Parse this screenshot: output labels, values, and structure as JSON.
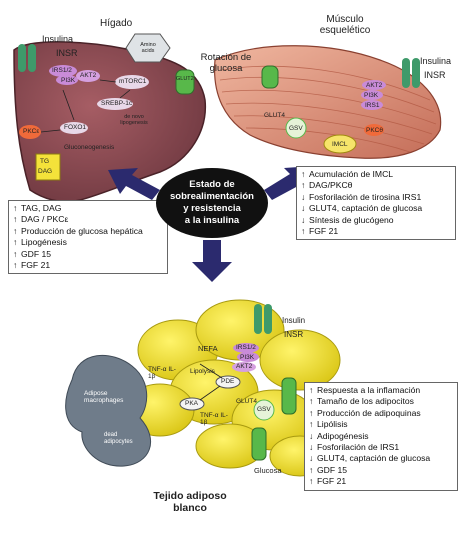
{
  "liver": {
    "title": "Hígado",
    "labels": {
      "insulina": "Insulina",
      "insr": "INSR",
      "amino": "Amino acids",
      "irs": "IRS1/2",
      "pi3k": "PI3K",
      "akt": "AKT2",
      "mtorc1": "mTORC1",
      "srebp": "SREBP-1c",
      "novo": "de novo lipogenesis",
      "foxo": "FOXO1",
      "pkc": "PKCε",
      "glucon": "Gluconeogenesis",
      "tg": "TG",
      "dag": "DAG",
      "glut2": "GLUT2"
    },
    "effects": [
      {
        "dir": "up",
        "text": "TAG, DAG"
      },
      {
        "dir": "up",
        "text": "DAG / PKCε"
      },
      {
        "dir": "up",
        "text": "Producción de glucosa hepática"
      },
      {
        "dir": "up",
        "text": "Lipogénesis"
      },
      {
        "dir": "up",
        "text": "GDF 15"
      },
      {
        "dir": "up",
        "text": "FGF 21"
      }
    ]
  },
  "glucose_rotation": "Rotación de glucosa",
  "muscle": {
    "title": "Músculo esquelético",
    "labels": {
      "insulina": "Insulina",
      "insr": "INSR",
      "akt": "AKT2",
      "pi3k": "PI3K",
      "irs": "IRS1",
      "glut4": "GLUT4",
      "gsv": "GSV",
      "imcl": "IMCL",
      "pkc": "PKCθ"
    },
    "effects": [
      {
        "dir": "up",
        "text": "Acumulación de IMCL"
      },
      {
        "dir": "up",
        "text": "DAG/PKCθ"
      },
      {
        "dir": "down",
        "text": "Fosforilación de tirosina IRS1"
      },
      {
        "dir": "down",
        "text": "GLUT4, captación de glucosa"
      },
      {
        "dir": "down",
        "text": "Síntesis de glucógeno"
      },
      {
        "dir": "up",
        "text": "FGF 21"
      }
    ]
  },
  "center": {
    "line1": "Estado de",
    "line2": "sobrealimentación",
    "line3": "y resistencia",
    "line4": "a la insulina"
  },
  "adipose": {
    "title_line1": "Tejido adiposo",
    "title_line2": "blanco",
    "labels": {
      "insulin": "Insulin",
      "insr": "INSR",
      "nefa": "NEFA",
      "irs": "IRS1/2",
      "pi3k": "PI3K",
      "akt": "AKT2",
      "lipolysis": "Lipolysis",
      "pde": "PDE",
      "pka": "PKA",
      "tnf1": "TNF-α IL-1β",
      "tnf2": "TNF-α IL-1β",
      "macrophages": "Adipose macrophages",
      "dead": "dead adipocytes",
      "glut4": "GLUT4",
      "gsv": "GSV",
      "glucosa": "Glucosa"
    },
    "effects": [
      {
        "dir": "up",
        "text": "Respuesta a la inflamación"
      },
      {
        "dir": "up",
        "text": "Tamaño de los adipocitos"
      },
      {
        "dir": "up",
        "text": "Producción de adipoquinas"
      },
      {
        "dir": "up",
        "text": "Lipólisis"
      },
      {
        "dir": "down",
        "text": "Adipogénesis"
      },
      {
        "dir": "down",
        "text": "Fosforilación de IRS1"
      },
      {
        "dir": "down",
        "text": "GLUT4, captación de glucosa"
      },
      {
        "dir": "up",
        "text": "GDF 15"
      },
      {
        "dir": "up",
        "text": "FGF 21"
      }
    ]
  },
  "colors": {
    "liver": "#8a4b52",
    "muscle": "#d9907a",
    "adipose": "#f2e12a",
    "macrophage": "#6f7c8a",
    "receptor": "#3e9a6a",
    "arrow": "#2b2a6e"
  }
}
